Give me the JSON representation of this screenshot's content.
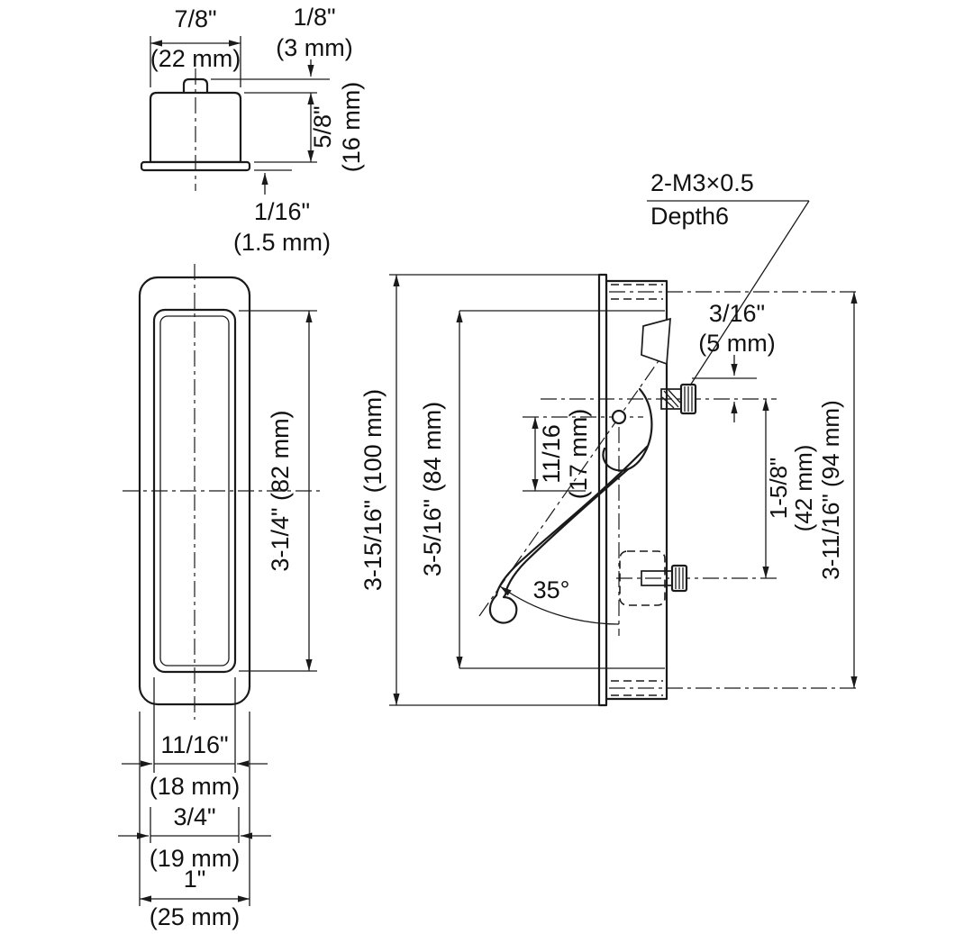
{
  "colors": {
    "line": "#1a1a1a",
    "background": "#ffffff"
  },
  "views": {
    "cap": {
      "width_in": "7/8\"",
      "width_mm": "(22 mm)",
      "nub_in": "1/8\"",
      "nub_mm": "(3 mm)",
      "height_in": "5/8\"",
      "height_mm": "(16 mm)",
      "flange_in": "1/16\"",
      "flange_mm": "(1.5 mm)"
    },
    "front": {
      "recess_height": "3-1/4\" (82 mm)",
      "recess_width_in": "11/16\"",
      "recess_width_mm": "(18 mm)",
      "body_width_in": "3/4\"",
      "body_width_mm": "(19 mm)",
      "overall_width_in": "1\"",
      "overall_width_mm": "(25 mm)"
    },
    "side": {
      "callout_line1": "2-M3×0.5",
      "callout_line2": "Depth6",
      "overall_height": "3-15/16\" (100 mm)",
      "inner_height": "3-5/16\" (84 mm)",
      "pivot_offset_in": "11/16",
      "pivot_offset_mm": "(17 mm)",
      "screw_gap_in": "3/16\"",
      "screw_gap_mm": "(5 mm)",
      "screw_pitch_in": "1-5/8\"",
      "screw_pitch_mm": "(42 mm)",
      "hole_pitch": "3-11/16\" (94 mm)",
      "angle": "35°"
    }
  }
}
